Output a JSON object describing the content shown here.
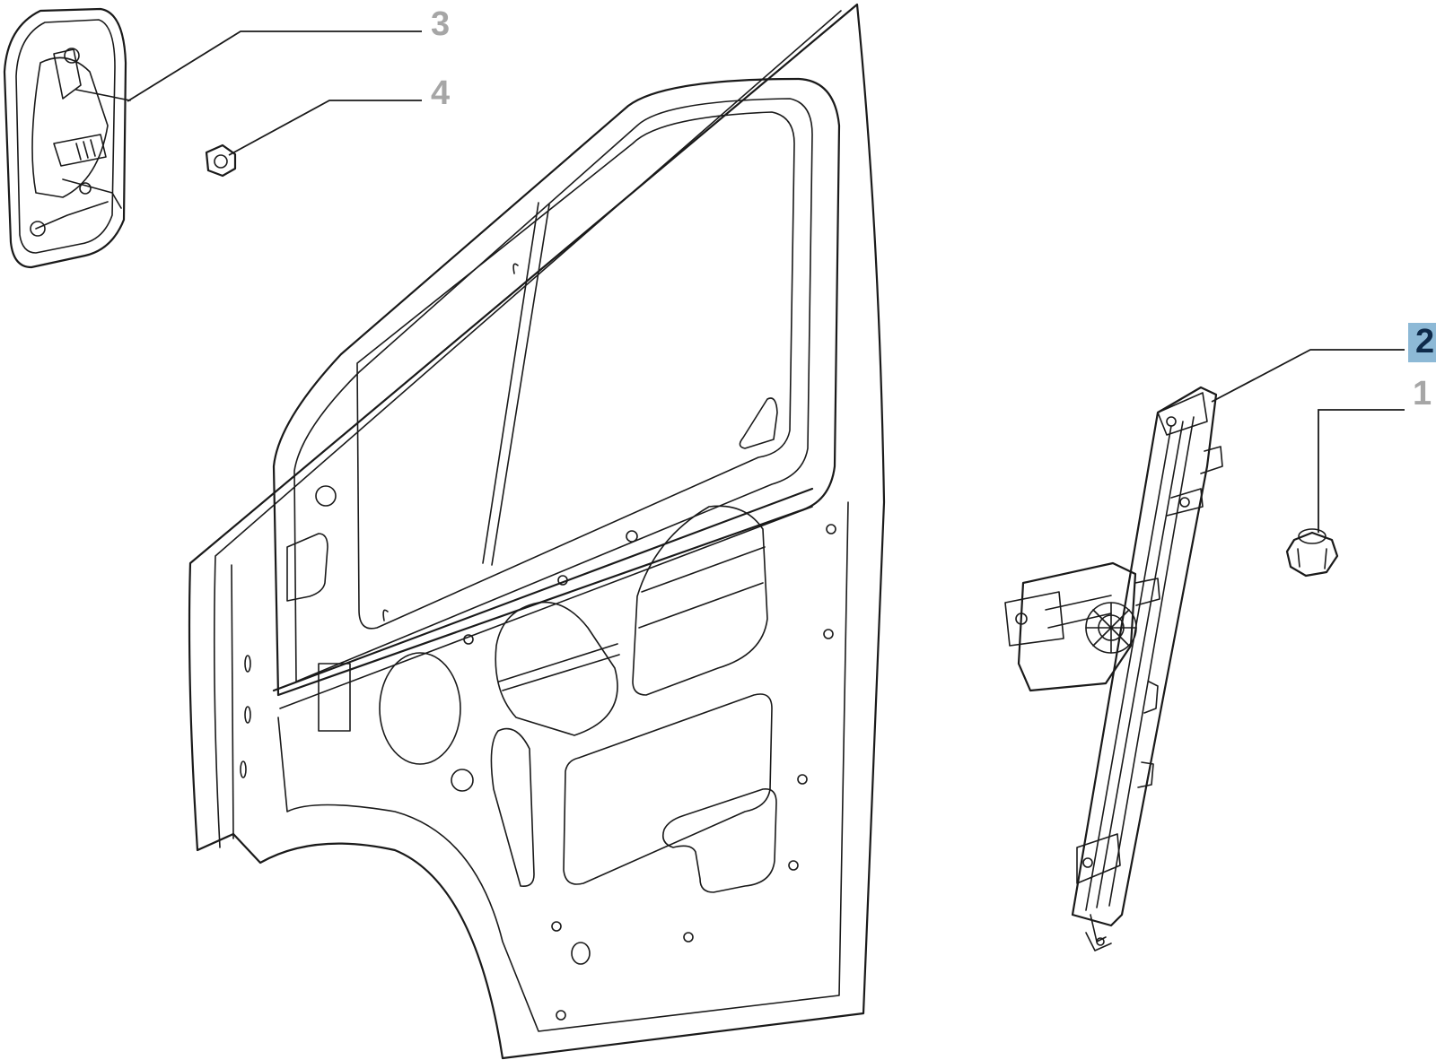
{
  "diagram": {
    "callouts": [
      {
        "id": "3",
        "label": "3",
        "selected": false
      },
      {
        "id": "4",
        "label": "4",
        "selected": false
      },
      {
        "id": "2",
        "label": "2",
        "selected": true
      },
      {
        "id": "1",
        "label": "1",
        "selected": false
      }
    ],
    "colors": {
      "line": "#1a1a1a",
      "label_default": "#a6a6a6",
      "label_selected_bg": "#8db9d6",
      "label_selected_text": "#0e2a4a",
      "background": "#ffffff"
    }
  }
}
